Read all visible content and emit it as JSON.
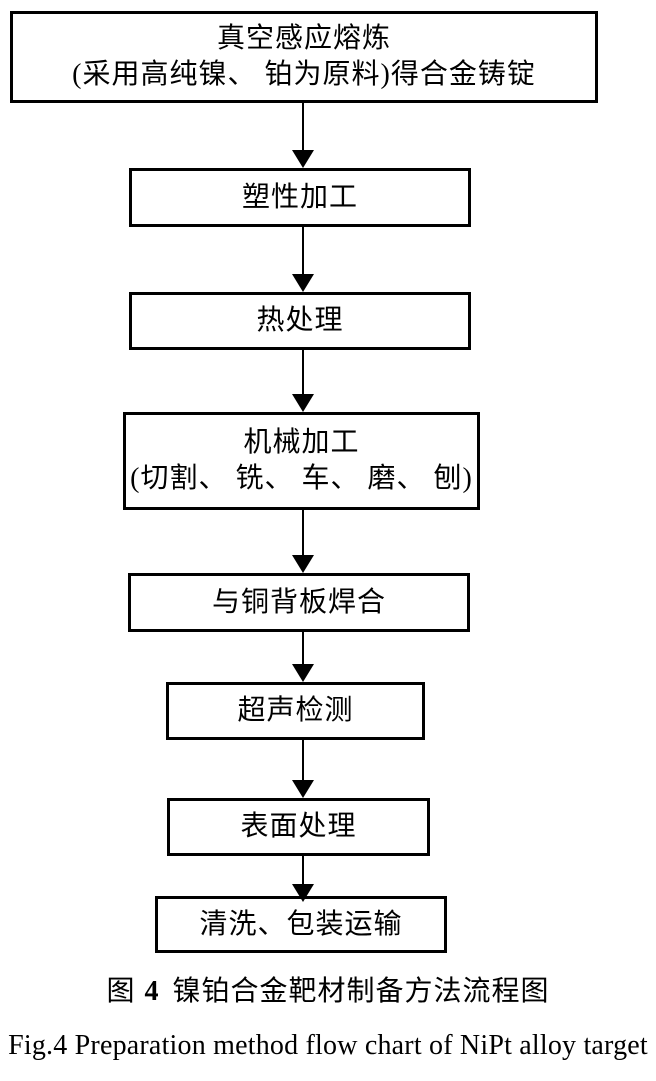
{
  "figure": {
    "steps": [
      {
        "id": "vacuum-induction-melting",
        "lines": [
          "真空感应熔炼",
          "(采用高纯镍、 铂为原料)得合金铸锭"
        ]
      },
      {
        "id": "plastic-working",
        "lines": [
          "塑性加工"
        ]
      },
      {
        "id": "heat-treatment",
        "lines": [
          "热处理"
        ]
      },
      {
        "id": "machining",
        "lines": [
          "机械加工",
          "(切割、 铣、 车、 磨、 刨)"
        ]
      },
      {
        "id": "copper-backplate-welding",
        "lines": [
          "与铜背板焊合"
        ]
      },
      {
        "id": "ultrasonic-testing",
        "lines": [
          "超声检测"
        ]
      },
      {
        "id": "surface-treatment",
        "lines": [
          "表面处理"
        ]
      },
      {
        "id": "cleaning-packaging-shipping",
        "lines": [
          "清洗、包装运输"
        ]
      }
    ],
    "caption_cn": {
      "prefix": "图",
      "number": "4",
      "text": "镍铂合金靶材制备方法流程图"
    },
    "caption_en": "Fig.4 Preparation method flow chart of NiPt alloy target"
  },
  "colors": {
    "ink": "#000000",
    "background": "#ffffff"
  }
}
